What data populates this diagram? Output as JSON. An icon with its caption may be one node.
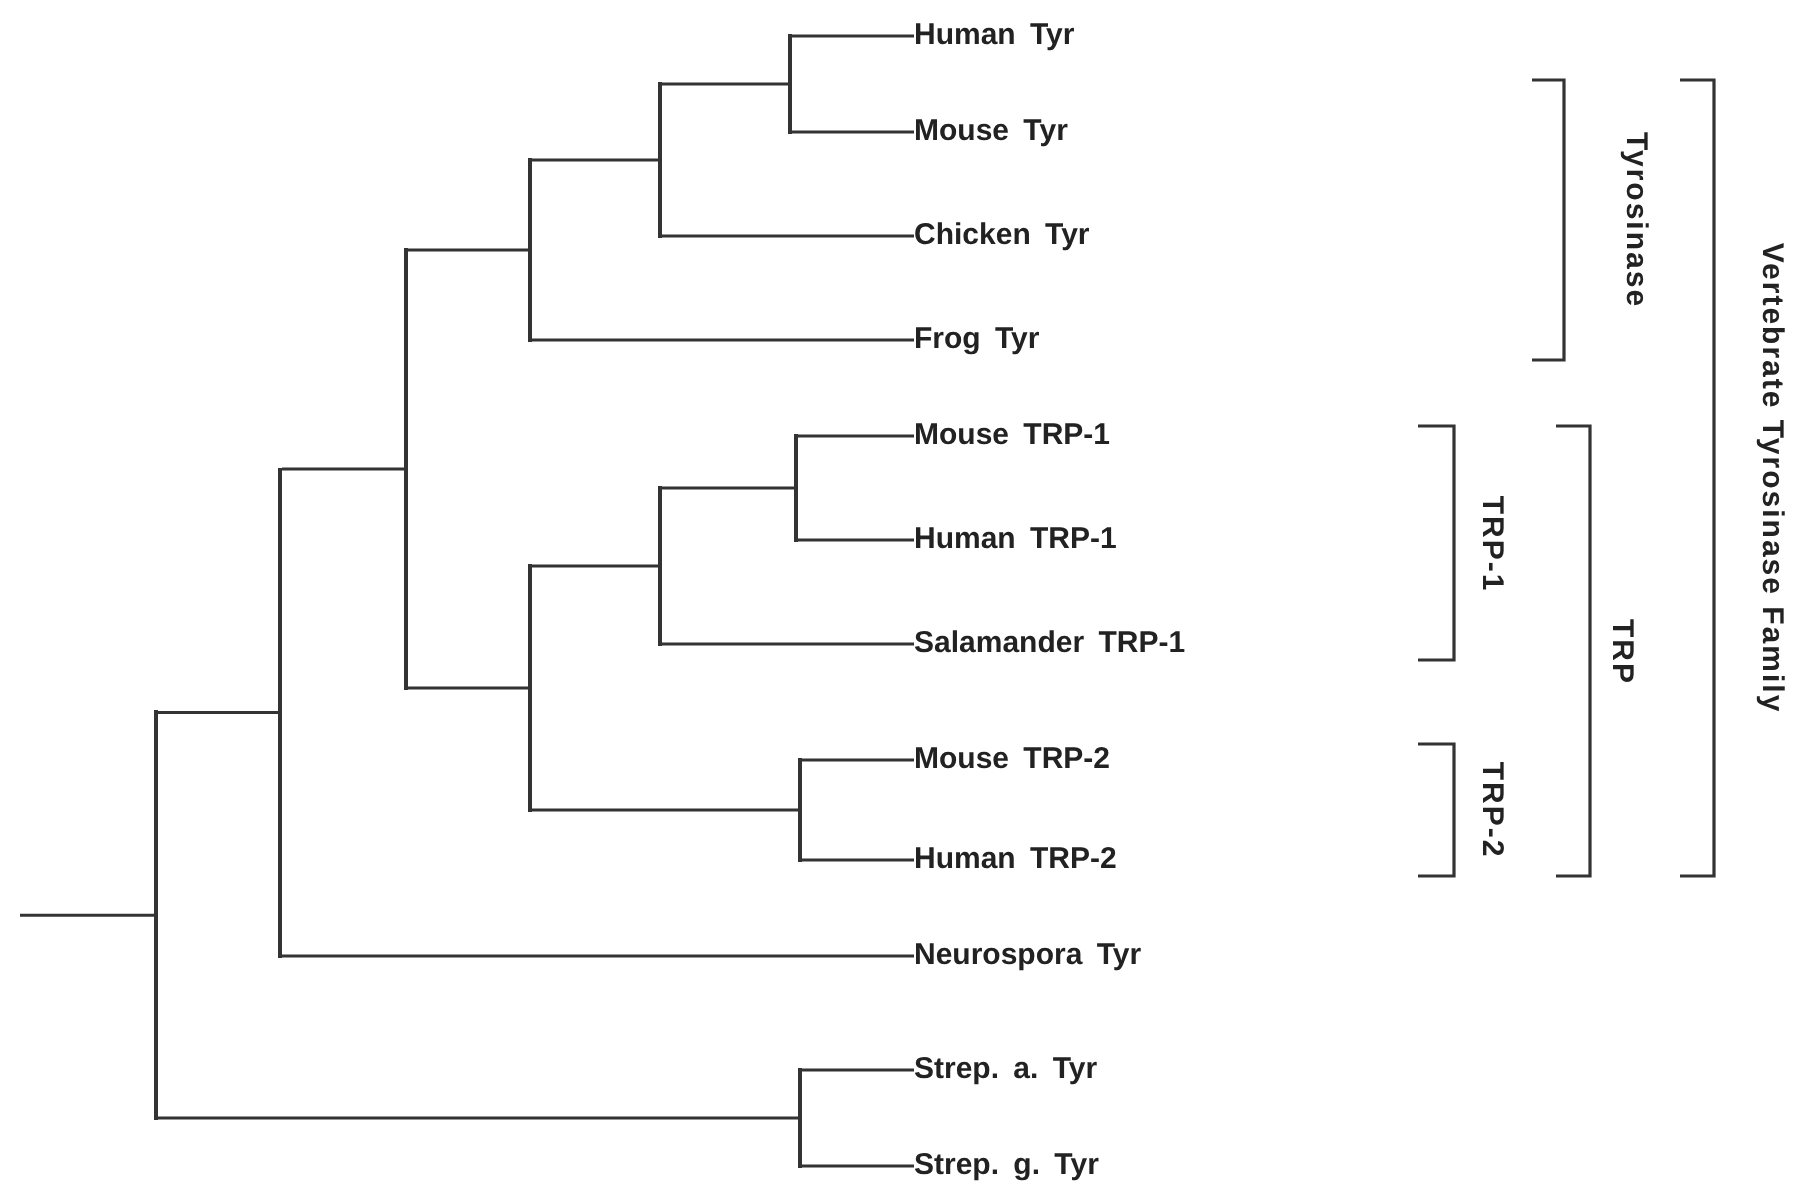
{
  "diagram": {
    "nodes": [
      {
        "text": [
          "Human Tyr"
        ]
      },
      {
        "text": [
          "Mouse Tyr"
        ]
      },
      {
        "text": [
          "Chicken Tyr"
        ]
      },
      {
        "text": [
          "Frog Tyr"
        ]
      },
      {
        "text": [
          "Mouse TRP-1"
        ]
      },
      {
        "text": [
          "Human TRP-1"
        ]
      },
      {
        "text": [
          "Salamander TRP-1"
        ]
      },
      {
        "text": [
          "Mouse TRP-2"
        ]
      },
      {
        "text": [
          "Human TRP-2"
        ]
      },
      {
        "text": [
          "Neurospora Tyr"
        ]
      },
      {
        "text": [
          "Strep. a. Tyr"
        ]
      },
      {
        "text": [
          "Strep. g. Tyr"
        ]
      },
      {
        "text": [],
        "shape": "bar"
      },
      {
        "text": [],
        "shape": "bar"
      },
      {
        "text": [],
        "shape": "bar"
      },
      {
        "text": [],
        "shape": "bar"
      },
      {
        "text": [],
        "shape": "bar"
      },
      {
        "text": [],
        "shape": "bar"
      },
      {
        "text": [],
        "shape": "bar"
      },
      {
        "text": [],
        "shape": "bar"
      },
      {
        "text": [],
        "shape": "bar"
      },
      {
        "text": [],
        "shape": "bar"
      },
      {
        "text": [],
        "shape": "bar"
      }
    ],
    "edges": [
      {
        "from": null,
        "to": 12,
        "arrow": "none"
      },
      {
        "from": 12,
        "to": 13,
        "arrow": "none"
      },
      {
        "from": 12,
        "to": 22,
        "arrow": "none"
      },
      {
        "from": 13,
        "to": 14,
        "arrow": "none"
      },
      {
        "from": 13,
        "to": 9,
        "arrow": "none"
      },
      {
        "from": 14,
        "to": 15,
        "arrow": "none"
      },
      {
        "from": 14,
        "to": 18,
        "arrow": "none"
      },
      {
        "from": 15,
        "to": 16,
        "arrow": "none"
      },
      {
        "from": 15,
        "to": 3,
        "arrow": "none"
      },
      {
        "from": 16,
        "to": 17,
        "arrow": "none"
      },
      {
        "from": 16,
        "to": 2,
        "arrow": "none"
      },
      {
        "from": 17,
        "to": 0,
        "arrow": "none"
      },
      {
        "from": 17,
        "to": 1,
        "arrow": "none"
      },
      {
        "from": 18,
        "to": 19,
        "arrow": "none"
      },
      {
        "from": 18,
        "to": 21,
        "arrow": "none"
      },
      {
        "from": 19,
        "to": 20,
        "arrow": "none"
      },
      {
        "from": 19,
        "to": 6,
        "arrow": "none"
      },
      {
        "from": 20,
        "to": 4,
        "arrow": "none"
      },
      {
        "from": 20,
        "to": 5,
        "arrow": "none"
      },
      {
        "from": 21,
        "to": 7,
        "arrow": "none"
      },
      {
        "from": 21,
        "to": 8,
        "arrow": "none"
      },
      {
        "from": 22,
        "to": 10,
        "arrow": "none"
      },
      {
        "from": 22,
        "to": 11,
        "arrow": "none"
      }
    ],
    "labels": [
      "Tyrosinase",
      "TRP-1",
      "TRP-2",
      "TRP",
      "Vertebrate Tyrosinase Family"
    ]
  }
}
